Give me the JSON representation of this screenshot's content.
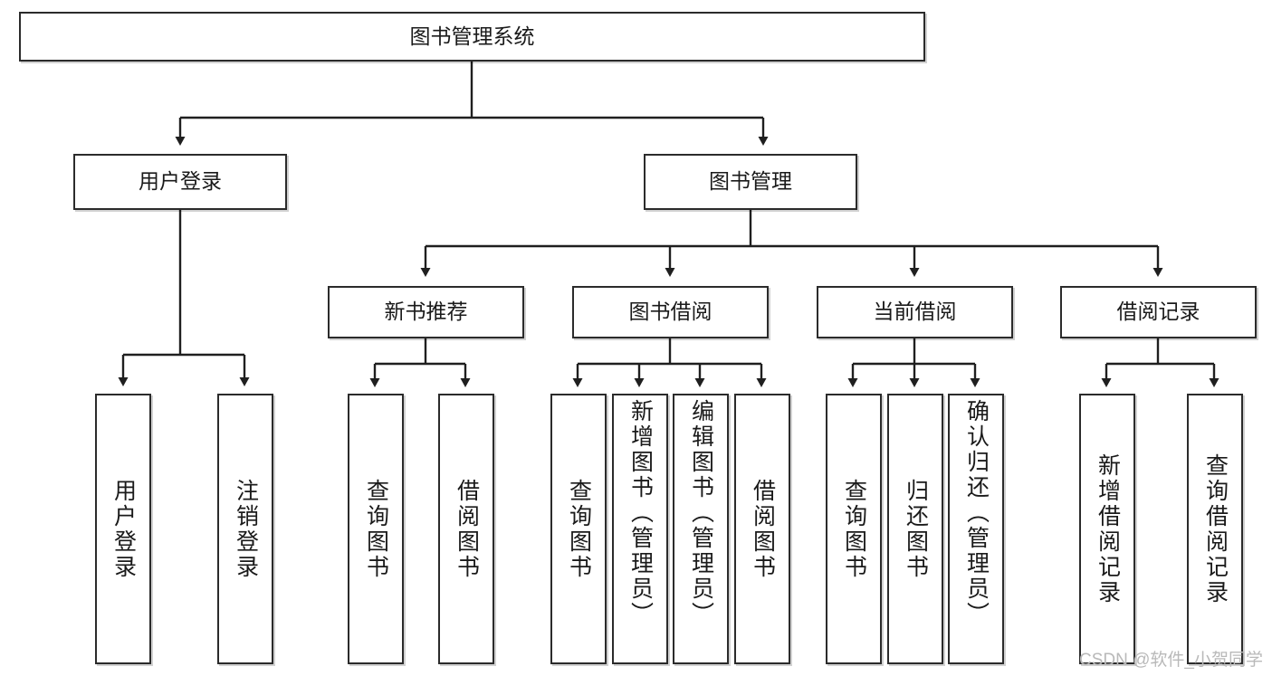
{
  "diagram": {
    "title": "图书管理系统",
    "type": "tree",
    "watermark": "CSDN @软件_小贺同学",
    "colors": {
      "box_border": "#2b2b2b",
      "box_fill": "#ffffff",
      "edge": "#1f1f1f",
      "watermark": "#b9b9b9",
      "background": "#ffffff"
    },
    "nodes": {
      "root": {
        "label": "图书管理系统"
      },
      "level2": [
        {
          "id": "user-login",
          "label": "用户登录"
        },
        {
          "id": "book-manage",
          "label": "图书管理"
        }
      ],
      "level3": [
        {
          "id": "new-book-rec",
          "label": "新书推荐"
        },
        {
          "id": "book-borrow",
          "label": "图书借阅"
        },
        {
          "id": "current-borrow",
          "label": "当前借阅"
        },
        {
          "id": "borrow-record",
          "label": "借阅记录"
        }
      ],
      "leaves": {
        "user-login": [
          {
            "id": "leaf-user-login",
            "label": "用户登录"
          },
          {
            "id": "leaf-user-logout",
            "label": "注销登录"
          }
        ],
        "new-book-rec": [
          {
            "id": "leaf-query-book-1",
            "label": "查询图书"
          },
          {
            "id": "leaf-borrow-book-1",
            "label": "借阅图书"
          }
        ],
        "book-borrow": [
          {
            "id": "leaf-query-book-2",
            "label": "查询图书"
          },
          {
            "id": "leaf-add-book",
            "label": "新增图书（管理员）"
          },
          {
            "id": "leaf-edit-book",
            "label": "编辑图书（管理员）"
          },
          {
            "id": "leaf-borrow-book-2",
            "label": "借阅图书"
          }
        ],
        "current-borrow": [
          {
            "id": "leaf-query-book-3",
            "label": "查询图书"
          },
          {
            "id": "leaf-return-book",
            "label": "归还图书"
          },
          {
            "id": "leaf-confirm-return",
            "label": "确认归还（管理员）"
          }
        ],
        "borrow-record": [
          {
            "id": "leaf-add-record",
            "label": "新增借阅记录"
          },
          {
            "id": "leaf-query-record",
            "label": "查询借阅记录"
          }
        ]
      }
    }
  }
}
